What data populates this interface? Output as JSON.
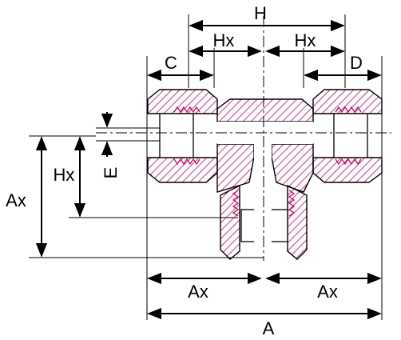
{
  "figure": {
    "labels": {
      "H": "H",
      "Hx_top_left": "Hx",
      "Hx_top_right": "Hx",
      "C": "C",
      "D": "D",
      "E": "E",
      "Hx_side": "Hx",
      "Ax_side": "Ax",
      "Ax_bottom_left": "Ax",
      "Ax_bottom_right": "Ax",
      "A": "A"
    },
    "colors": {
      "line": "#000000",
      "hatch": "#cc0066"
    }
  }
}
